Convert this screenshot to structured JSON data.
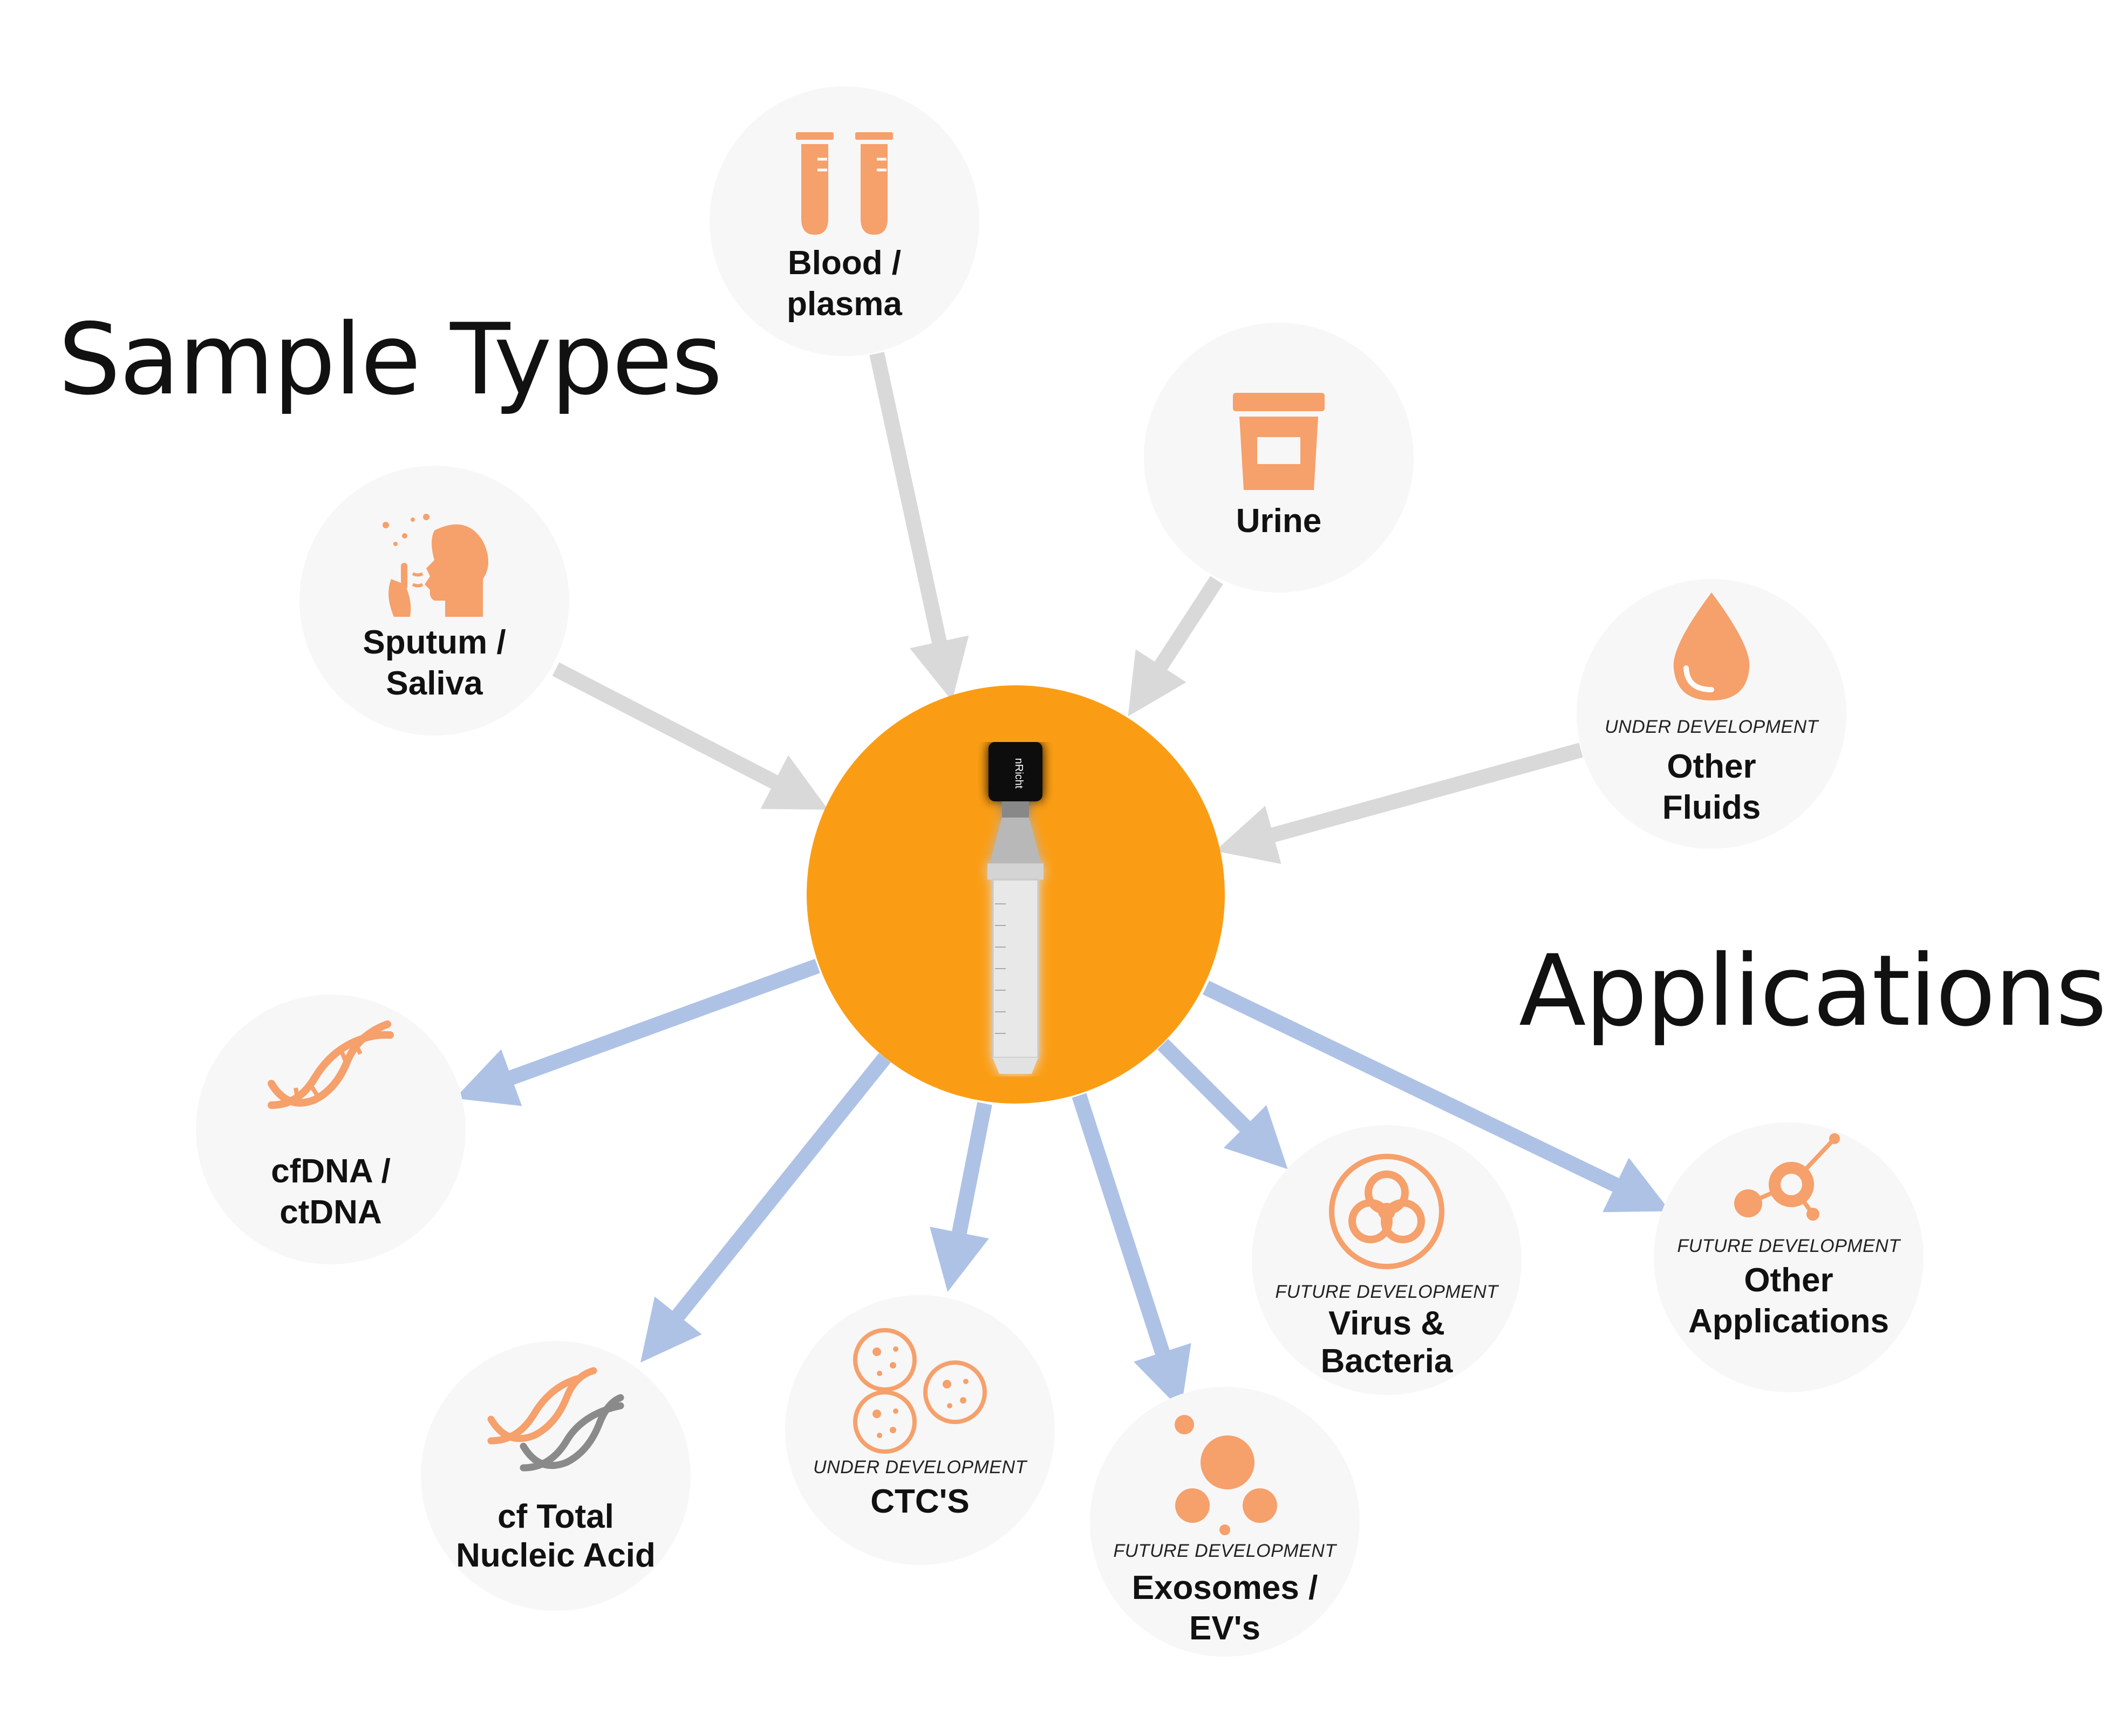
{
  "titles": {
    "sample_types": "Sample Types",
    "applications": "Applications"
  },
  "colors": {
    "hub": "#fb9d14",
    "icon": "#f6a06b",
    "input_arrow": "#d9d9d9",
    "output_arrow": "#aec2e6",
    "node_bg": "#f7f7f7"
  },
  "hub": {
    "device_label": "nRicht",
    "icon": "sample-tube-icon"
  },
  "sample_types": [
    {
      "id": "blood",
      "line1": "Blood /",
      "line2": "plasma",
      "status": "",
      "icon": "test-tubes-icon"
    },
    {
      "id": "urine",
      "line1": "Urine",
      "line2": "",
      "status": "",
      "icon": "specimen-cup-icon"
    },
    {
      "id": "sputum",
      "line1": "Sputum /",
      "line2": "Saliva",
      "status": "",
      "icon": "breath-face-icon"
    },
    {
      "id": "fluids",
      "line1": "Other",
      "line2": "Fluids",
      "status": "UNDER DEVELOPMENT",
      "icon": "droplet-icon"
    }
  ],
  "applications": [
    {
      "id": "cfdna",
      "line1": "cfDNA /",
      "line2": "ctDNA",
      "status": "",
      "icon": "dna-icon"
    },
    {
      "id": "tna",
      "line1": "cf Total",
      "line2": "Nucleic Acid",
      "status": "",
      "icon": "double-dna-icon"
    },
    {
      "id": "ctc",
      "line1": "CTC'S",
      "line2": "",
      "status": "UNDER DEVELOPMENT",
      "icon": "cells-icon"
    },
    {
      "id": "exo",
      "line1": "Exosomes /",
      "line2": "EV's",
      "status": "FUTURE DEVELOPMENT",
      "icon": "vesicles-icon"
    },
    {
      "id": "virus",
      "line1": "Virus &",
      "line2": "Bacteria",
      "status": "FUTURE DEVELOPMENT",
      "icon": "biohazard-icon"
    },
    {
      "id": "other",
      "line1": "Other",
      "line2": "Applications",
      "status": "FUTURE DEVELOPMENT",
      "icon": "network-node-icon"
    }
  ]
}
